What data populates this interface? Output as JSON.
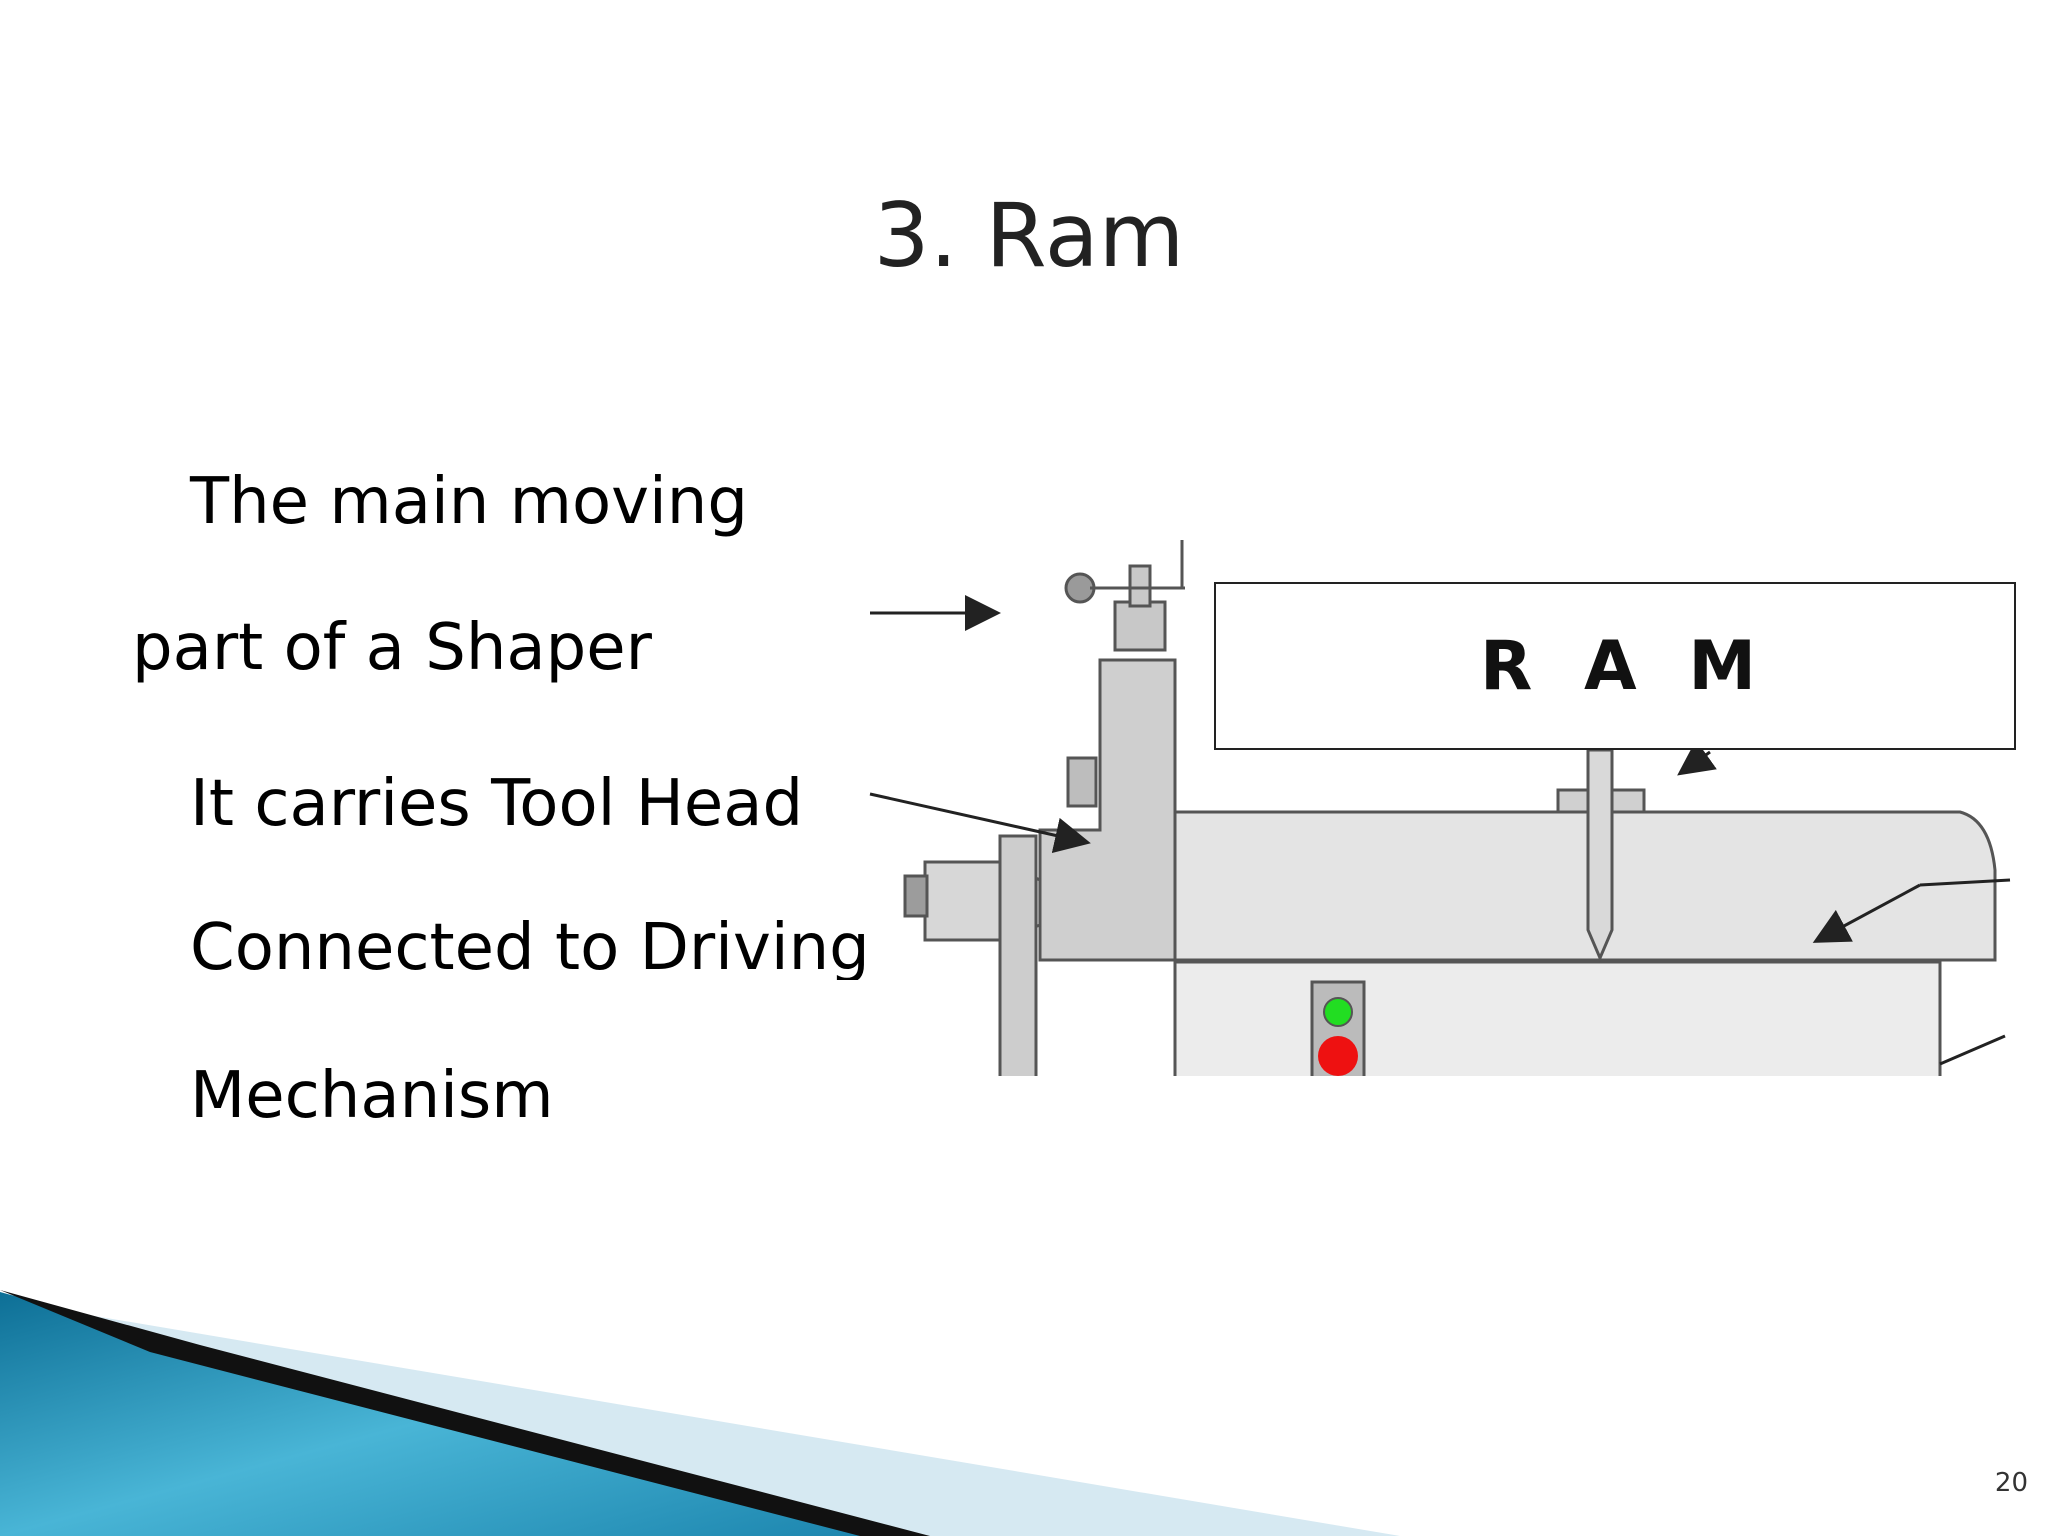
{
  "slide": {
    "title": "3. Ram",
    "body_lines": [
      "The main moving",
      "part of a Shaper",
      "It carries Tool Head",
      "Connected to Driving",
      "Mechanism"
    ],
    "diagram_label": "R A M",
    "page_number": "20"
  },
  "colors": {
    "accent_teal": "#1e8fb5",
    "accent_light": "#dcebf3",
    "machine_fill": "#cfcfcf",
    "ram_fill": "#e4e4e4",
    "indicator_green": "#22dd22",
    "indicator_red": "#ee1111"
  }
}
